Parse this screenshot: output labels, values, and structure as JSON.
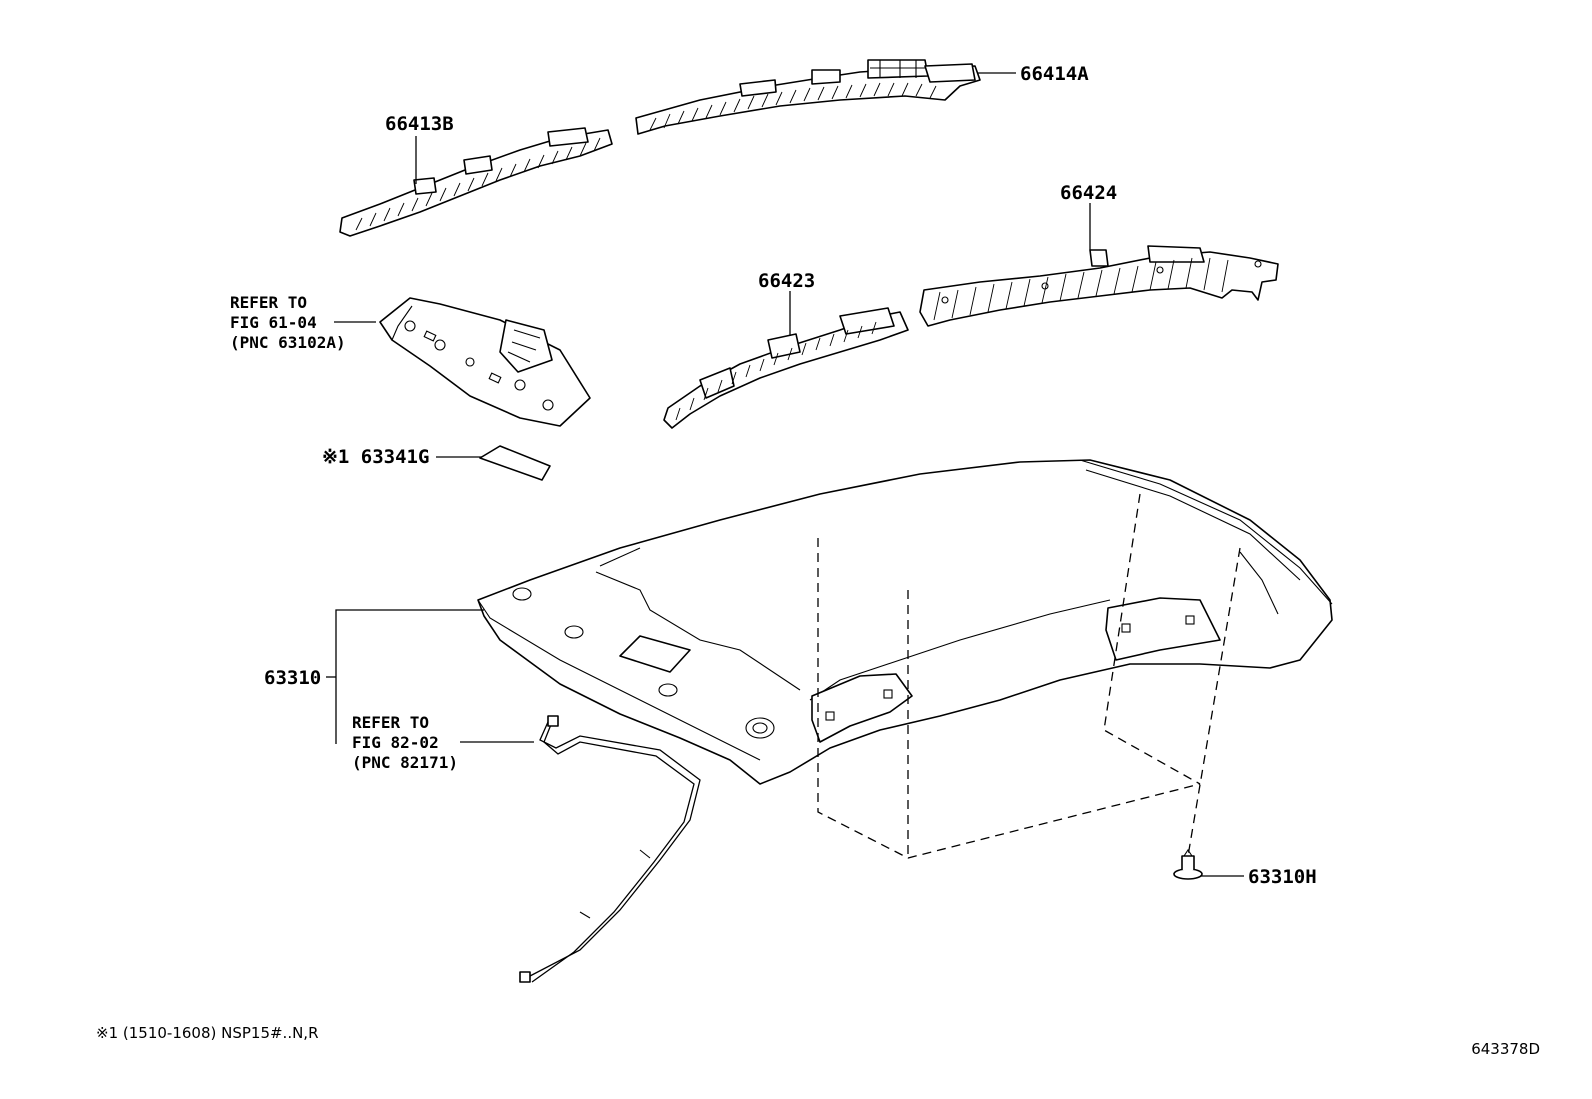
{
  "labels": {
    "part_66414A": "66414A",
    "part_66413B": "66413B",
    "part_66424": "66424",
    "part_66423": "66423",
    "part_63341G": "※1 63341G",
    "part_63310": "63310",
    "part_63310H": "63310H"
  },
  "references": {
    "ref_61_04": {
      "line1": "REFER TO",
      "line2": "FIG 61-04",
      "line3": "(PNC 63102A)"
    },
    "ref_82_02": {
      "line1": "REFER TO",
      "line2": "FIG 82-02",
      "line3": "(PNC 82171)"
    }
  },
  "footnote": "※1 (1510-1608) NSP15#..N,R",
  "diagram_code": "643378D"
}
